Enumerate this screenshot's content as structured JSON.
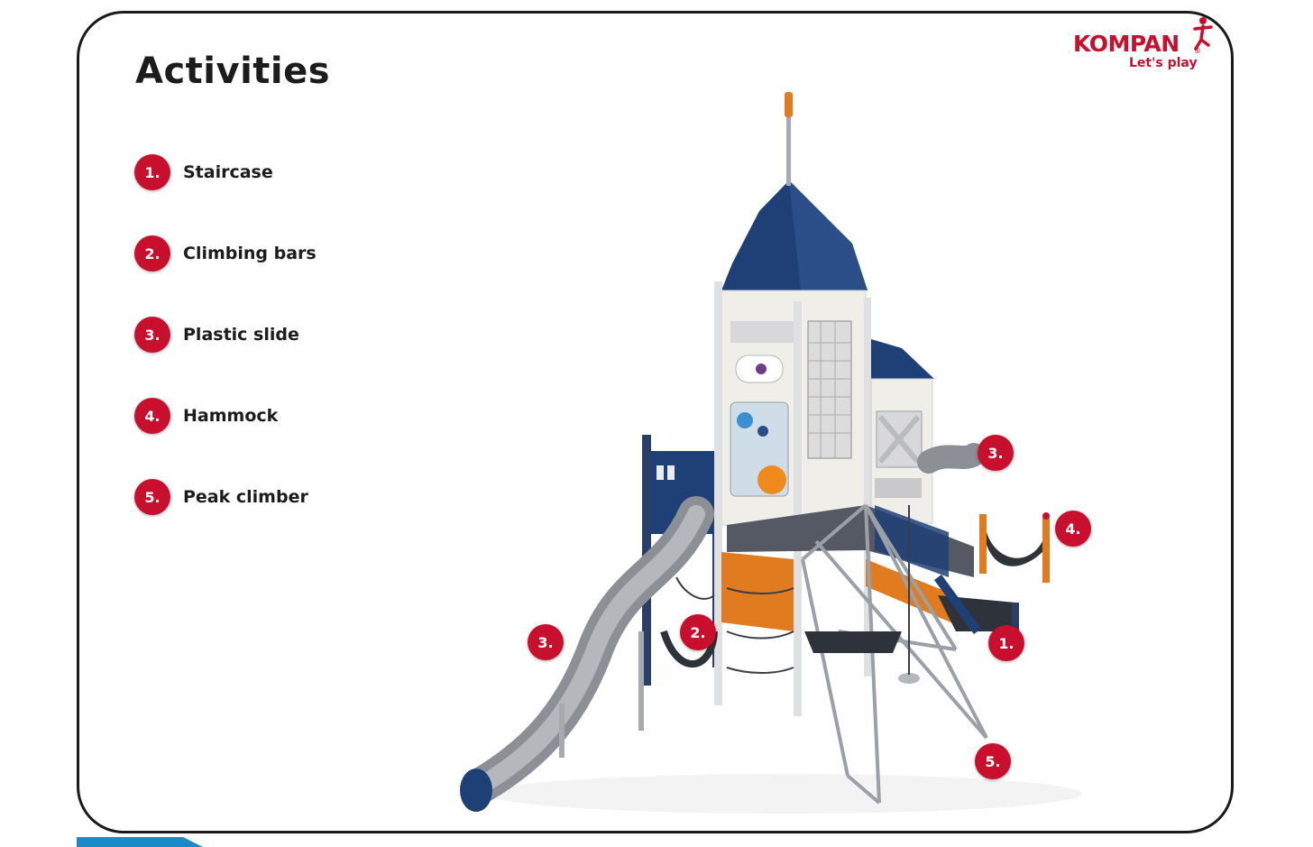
{
  "page": {
    "title": "Activities"
  },
  "brand": {
    "name": "KOMPAN",
    "registered": "®",
    "tagline": "Let's play",
    "color": "#c8102e"
  },
  "activities": [
    {
      "number": "1.",
      "label": "Staircase"
    },
    {
      "number": "2.",
      "label": "Climbing bars"
    },
    {
      "number": "3.",
      "label": "Plastic slide"
    },
    {
      "number": "4.",
      "label": "Hammock"
    },
    {
      "number": "5.",
      "label": "Peak climber"
    }
  ],
  "callouts": {
    "slide_right": "3.",
    "hammock": "4.",
    "slide_left": "3.",
    "climbing_bars": "2.",
    "staircase": "1.",
    "peak_climber": "5."
  },
  "colors": {
    "badge": "#c8102e",
    "roof": "#1f3f77",
    "slide": "#8c9096",
    "panel": "#efeee8",
    "accent_orange": "#e07b20",
    "footer_accent": "#1a8ac8"
  }
}
